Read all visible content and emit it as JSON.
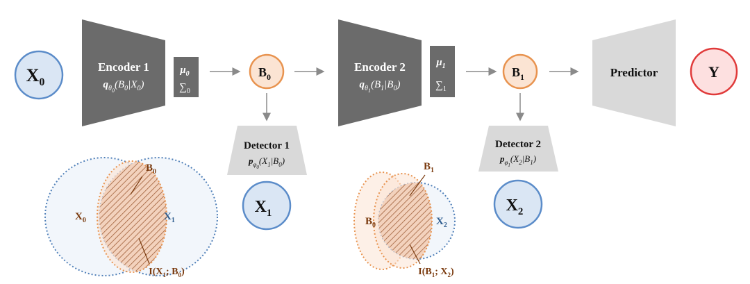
{
  "encoder1": {
    "title": "Encoder 1",
    "q": "q",
    "sub_theta": "θ",
    "sub_index": "0",
    "args": "(B",
    "args_sub": "0",
    "args_bar": "|X",
    "args_sub2": "0",
    "args_end": ")"
  },
  "encoder2": {
    "title": "Encoder 2",
    "q": "q",
    "sub_theta": "θ",
    "sub_index": "1",
    "args": "(B",
    "args_sub": "1",
    "args_bar": "|B",
    "args_sub2": "0",
    "args_end": ")"
  },
  "stats0": {
    "mu": "μ",
    "mu_sub": "0",
    "sigma": "∑",
    "sigma_sub": "0"
  },
  "stats1": {
    "mu": "μ",
    "mu_sub": "1",
    "sigma": "∑",
    "sigma_sub": "1"
  },
  "nodes": {
    "x0": {
      "main": "X",
      "sub": "0"
    },
    "b0": {
      "main": "B",
      "sub": "0"
    },
    "b1": {
      "main": "B",
      "sub": "1"
    },
    "y": {
      "main": "Y"
    },
    "x1": {
      "main": "X",
      "sub": "1"
    },
    "x2": {
      "main": "X",
      "sub": "2"
    }
  },
  "predictor": {
    "title": "Predictor"
  },
  "detector1": {
    "title": "Detector 1",
    "p": "p",
    "sub_phi": "φ",
    "sub_index": "0",
    "args": "(X",
    "args_sub": "1",
    "args_bar": "|B",
    "args_sub2": "0",
    "args_end": ")"
  },
  "detector2": {
    "title": "Detector 2",
    "p": "p",
    "sub_phi": "φ",
    "sub_index": "1",
    "args": "(X",
    "args_sub": "2",
    "args_bar": "|B",
    "args_sub2": "1",
    "args_end": ")"
  },
  "venn1": {
    "b_label": "B",
    "b_sub": "0",
    "x_left": "X",
    "x_left_sub": "0",
    "x_right": "X",
    "x_right_sub": "1",
    "info": {
      "pre": "I(X",
      "sub1": "1",
      "mid": "; B",
      "sub2": "0",
      "post": ")"
    }
  },
  "venn2": {
    "b_top": "B",
    "b_top_sub": "1",
    "b_left": "B",
    "b_left_sub": "0",
    "x_right": "X",
    "x_right_sub": "2",
    "info": {
      "pre": "I(B",
      "sub1": "1",
      "mid": "; X",
      "sub2": "2",
      "post": ")"
    }
  },
  "colors": {
    "encoder_fill": "#6b6b6b",
    "predictor_fill": "#d9d9d9",
    "detector_fill": "#d9d9d9",
    "x_node_fill": "#dae6f4",
    "x_node_stroke": "#5b8cc9",
    "b_node_fill": "#fbe4d3",
    "b_node_stroke": "#e8934f",
    "y_node_fill": "#fde0e0",
    "y_node_stroke": "#e03a3a",
    "arrow": "#8a8a8a",
    "venn_orange": "#e8934f",
    "venn_blue": "#4f7fb8",
    "label_brown": "#7a3a0e",
    "label_blue": "#2f5d8f"
  }
}
